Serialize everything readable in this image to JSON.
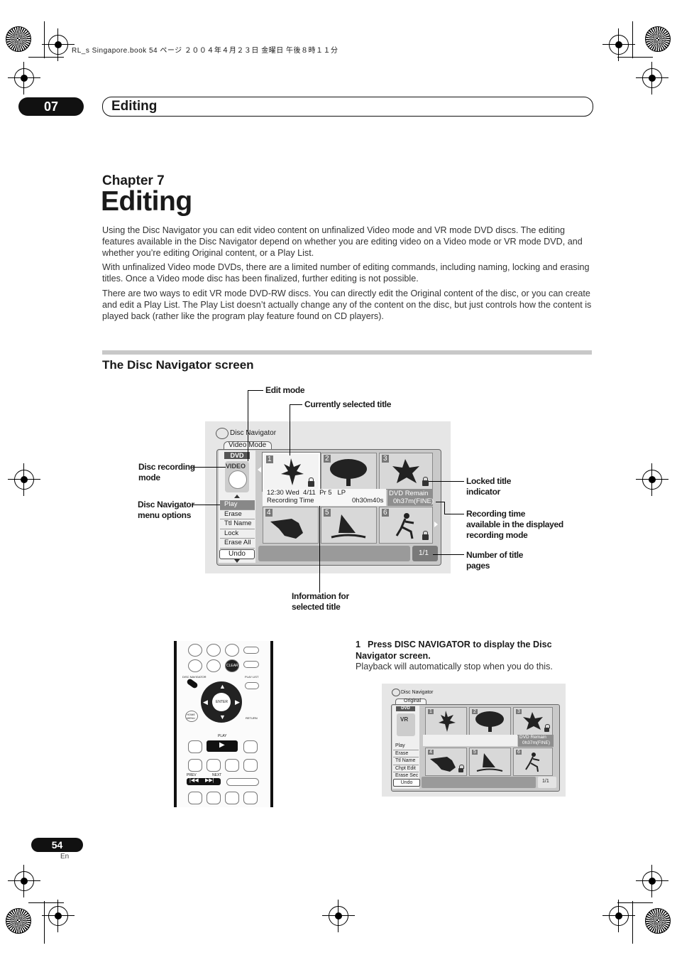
{
  "header": {
    "file_info": "RL_s Singapore.book 54 ページ ２００４年４月２３日 金曜日 午後８時１１分"
  },
  "tab": {
    "chapter_number": "07",
    "section_title": "Editing"
  },
  "chapter": {
    "label": "Chapter 7",
    "title": "Editing"
  },
  "intro": {
    "p1": "Using the Disc Navigator you can edit video content on unfinalized Video mode and VR mode DVD discs. The editing features available in the Disc Navigator depend on whether you are editing video on a Video mode or VR mode DVD, and whether you’re editing Original content, or a Play List.",
    "p2": "With unfinalized Video mode DVDs, there are a limited number of editing commands, including naming, locking and erasing titles. Once a Video mode disc has been finalized, further editing is not possible.",
    "p3": "There are two ways to edit VR mode DVD-RW discs. You can directly edit the Original content of the disc, or you can create and edit a Play List. The Play List doesn’t actually change any of the content on the disc, but just controls how the content is played back (rather like the program play feature found on CD players)."
  },
  "section": {
    "title": "The Disc Navigator screen"
  },
  "diagram": {
    "screen_title": "Disc Navigator",
    "mode_tab": "Video Mode",
    "dvd_logo": "DVD",
    "video_logo": "VIDEO",
    "menu": [
      "Play",
      "Erase",
      "Ttl Name",
      "Lock",
      "Erase All"
    ],
    "undo": "Undo",
    "info_line1": "12:30 Wed  4/11  Pr 5   LP",
    "info_line2_label": "Recording Time",
    "info_line2_value": "0h30m40s",
    "remain_label": "DVD Remain",
    "remain_value": "0h37m(FINE)",
    "page_count": "1/1",
    "thumb_numbers": [
      "1",
      "2",
      "3",
      "4",
      "5",
      "6"
    ],
    "callouts": {
      "edit_mode": "Edit mode",
      "current_title": "Currently selected title",
      "rec_mode_1": "Disc recording",
      "rec_mode_2": "mode",
      "menu_opts_1": "Disc Navigator",
      "menu_opts_2": "menu options",
      "locked_1": "Locked title",
      "locked_2": "indicator",
      "rectime_1": "Recording time",
      "rectime_2": "available in the displayed",
      "rectime_3": "recording mode",
      "pages_1": "Number of title",
      "pages_2": "pages",
      "info_1": "Information for",
      "info_2": "selected title"
    }
  },
  "remote": {
    "clear": "CLEAR",
    "disc_navigator": "DISC NAVIGATOR",
    "play_list": "PLAY LIST",
    "enter": "ENTER",
    "home_menu": "HOME MENU",
    "return": "RETURN",
    "play": "PLAY",
    "prev": "PREV",
    "next": "NEXT"
  },
  "step": {
    "number": "1",
    "instruction": "Press DISC NAVIGATOR to display the Disc Navigator screen.",
    "note": "Playback will automatically stop when you do this."
  },
  "small_screen": {
    "title": "Disc Navigator",
    "mode_tab": "Original",
    "dvd_logo": "DVD",
    "vr_logo": "VR",
    "menu": [
      "Play",
      "Erase",
      "Ttl Name",
      "Chpt Edit",
      "Erase Sec"
    ],
    "undo": "Undo",
    "remain_label": "DVD Remain",
    "remain_value": "0h37m(FINE)",
    "page_count": "1/1",
    "thumb_numbers": [
      "1",
      "2",
      "3",
      "4",
      "5",
      "6"
    ]
  },
  "footer": {
    "page_number": "54",
    "lang": "En"
  }
}
